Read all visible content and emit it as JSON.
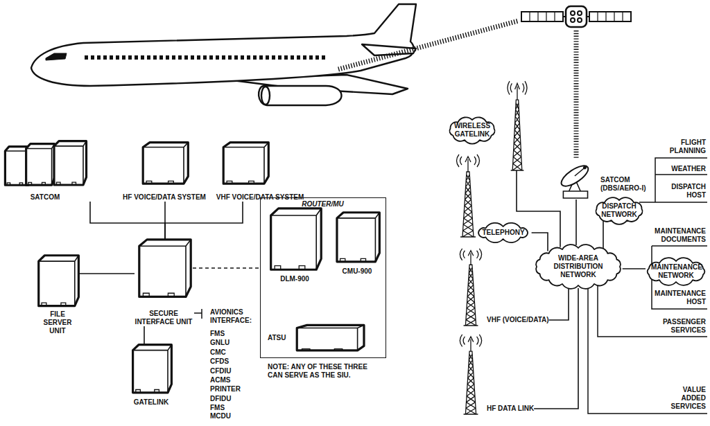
{
  "diagram": {
    "nodes": [
      {
        "text": [
          "SATCOM"
        ]
      },
      {
        "text": [
          "HF VOICE/DATA SYSTEM"
        ]
      },
      {
        "text": [
          "VHF VOICE/DATA SYSTEM"
        ]
      },
      {
        "text": [
          "FILE SERVER UNIT"
        ]
      },
      {
        "text": [
          "SECURE INTERFACE UNIT"
        ]
      },
      {
        "text": [
          "GATELINK"
        ]
      },
      {
        "text": [
          "ROUTER/MU"
        ]
      },
      {
        "text": [
          "DLM-900"
        ],
        "in": 6
      },
      {
        "text": [
          "CMU-900"
        ],
        "in": 6
      },
      {
        "text": [
          "ATSU"
        ],
        "in": 6
      },
      {
        "text": [
          "WIRELESS GATELINK"
        ]
      },
      {
        "text": [
          "TELEPHONY"
        ]
      },
      {
        "text": [
          "WIDE-AREA DISTRIBUTION NETWORK"
        ]
      },
      {
        "text": [
          "DISPATCH NETWORK"
        ]
      },
      {
        "text": [
          "MAINTENANCE NETWORK"
        ]
      },
      {
        "text": [
          "SATCOM (DBS/AERO-I)"
        ]
      },
      {
        "text": [
          "VHF (VOICE/DATA)"
        ]
      },
      {
        "text": [
          "HF DATA LINK"
        ]
      }
    ],
    "edges": [
      {
        "from": 0,
        "to": 4,
        "arrow": "none"
      },
      {
        "from": 1,
        "to": 4,
        "arrow": "none"
      },
      {
        "from": 2,
        "to": 4,
        "arrow": "none"
      },
      {
        "from": 3,
        "to": 4,
        "arrow": "none"
      },
      {
        "from": 4,
        "to": 5,
        "arrow": "none"
      },
      {
        "from": 4,
        "to": 6,
        "arrow": "none"
      },
      {
        "from": 10,
        "to": 12,
        "arrow": "none"
      },
      {
        "from": 11,
        "to": 12,
        "arrow": "none"
      },
      {
        "from": 15,
        "to": 12,
        "arrow": "none"
      },
      {
        "from": 16,
        "to": 12,
        "arrow": "none"
      },
      {
        "from": 17,
        "to": 12,
        "arrow": "none"
      },
      {
        "from": 12,
        "to": 13,
        "arrow": "none"
      },
      {
        "from": 12,
        "to": 14,
        "arrow": "none"
      }
    ],
    "labels": [
      "AVIONICS INTERFACE:",
      "FMS",
      "GNLU",
      "CMC",
      "CFDS",
      "CFDIU",
      "ACMS",
      "PRINTER",
      "DFIDU",
      "FMS MCDU",
      "NOTE: ANY OF THESE THREE CAN SERVE AS THE SIU.",
      "FLIGHT PLANNING",
      "WEATHER",
      "DISPATCH HOST",
      "MAINTENANCE DOCUMENTS",
      "MAINTENANCE HOST",
      "PASSENGER SERVICES",
      "VALUE ADDED SERVICES"
    ]
  }
}
